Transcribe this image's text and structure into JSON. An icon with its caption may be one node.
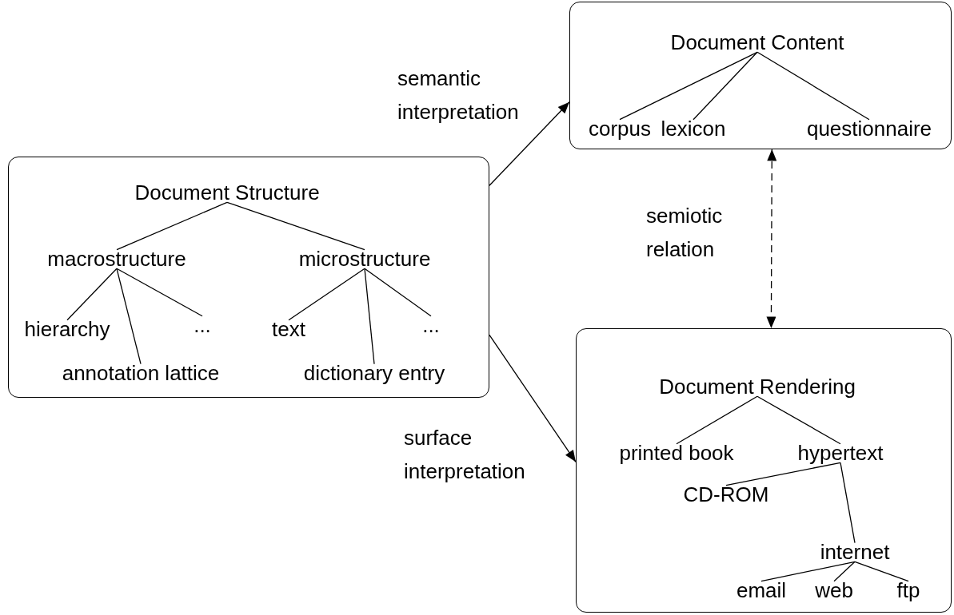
{
  "diagram": {
    "nodes": [
      {
        "text": [],
        "shape": "box"
      },
      {
        "text": [
          "Document Structure"
        ],
        "in": 0
      },
      {
        "text": [
          "macrostructure"
        ],
        "in": 0
      },
      {
        "text": [
          "microstructure"
        ],
        "in": 0
      },
      {
        "text": [
          "hierarchy"
        ],
        "in": 0
      },
      {
        "text": [
          "annotation lattice"
        ],
        "in": 0
      },
      {
        "text": [
          "..."
        ],
        "in": 0
      },
      {
        "text": [
          "text"
        ],
        "in": 0
      },
      {
        "text": [
          "dictionary entry"
        ],
        "in": 0
      },
      {
        "text": [
          "..."
        ],
        "in": 0
      },
      {
        "text": [],
        "shape": "box"
      },
      {
        "text": [
          "Document Content"
        ],
        "in": 10
      },
      {
        "text": [
          "corpus"
        ],
        "in": 10
      },
      {
        "text": [
          "lexicon"
        ],
        "in": 10
      },
      {
        "text": [
          "questionnaire"
        ],
        "in": 10
      },
      {
        "text": [],
        "shape": "box"
      },
      {
        "text": [
          "Document Rendering"
        ],
        "in": 15
      },
      {
        "text": [
          "printed book"
        ],
        "in": 15
      },
      {
        "text": [
          "hypertext"
        ],
        "in": 15
      },
      {
        "text": [
          "CD-ROM"
        ],
        "in": 15
      },
      {
        "text": [
          "internet"
        ],
        "in": 15
      },
      {
        "text": [
          "email"
        ],
        "in": 15
      },
      {
        "text": [
          "web"
        ],
        "in": 15
      },
      {
        "text": [
          "ftp"
        ],
        "in": 15
      }
    ],
    "edges": [
      {
        "from": 1,
        "to": 2,
        "arrow": "none"
      },
      {
        "from": 1,
        "to": 3,
        "arrow": "none"
      },
      {
        "from": 2,
        "to": 4,
        "arrow": "none"
      },
      {
        "from": 2,
        "to": 5,
        "arrow": "none"
      },
      {
        "from": 2,
        "to": 6,
        "arrow": "none"
      },
      {
        "from": 3,
        "to": 7,
        "arrow": "none"
      },
      {
        "from": 3,
        "to": 8,
        "arrow": "none"
      },
      {
        "from": 3,
        "to": 9,
        "arrow": "none"
      },
      {
        "from": 11,
        "to": 12,
        "arrow": "none"
      },
      {
        "from": 11,
        "to": 13,
        "arrow": "none"
      },
      {
        "from": 11,
        "to": 14,
        "arrow": "none"
      },
      {
        "from": 16,
        "to": 17,
        "arrow": "none"
      },
      {
        "from": 16,
        "to": 18,
        "arrow": "none"
      },
      {
        "from": 18,
        "to": 19,
        "arrow": "none"
      },
      {
        "from": 18,
        "to": 20,
        "arrow": "none"
      },
      {
        "from": 20,
        "to": 21,
        "arrow": "none"
      },
      {
        "from": 20,
        "to": 22,
        "arrow": "none"
      },
      {
        "from": 20,
        "to": 23,
        "arrow": "none"
      },
      {
        "from": 0,
        "to": 10,
        "arrow": "to",
        "label": "semantic interpretation"
      },
      {
        "from": 0,
        "to": 15,
        "arrow": "to",
        "label": "surface interpretation"
      },
      {
        "from": 10,
        "to": 15,
        "arrow": "both",
        "label": "semiotic relation",
        "style": "dashed"
      }
    ]
  }
}
